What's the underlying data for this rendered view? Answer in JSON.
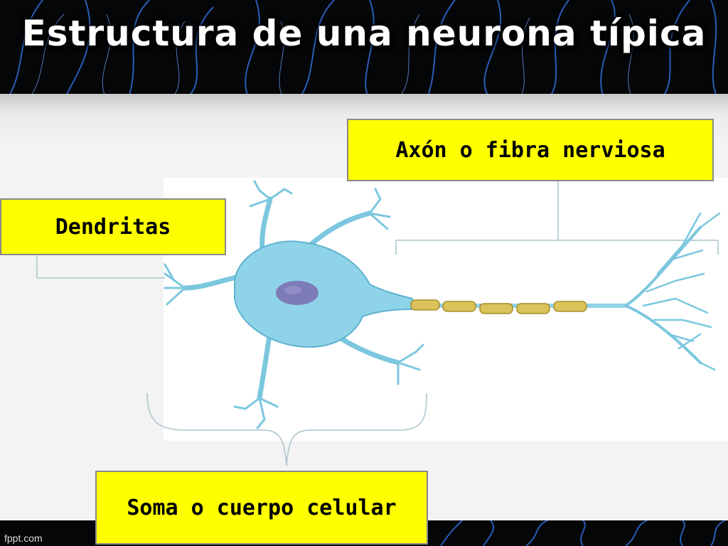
{
  "title": "Estructura de una neurona típica",
  "labels": {
    "axon": "Axón o fibra nerviosa",
    "dendritas": "Dendritas",
    "soma": "Soma o cuerpo celular"
  },
  "footer": "fppt.com",
  "colors": {
    "label_bg": "#ffff00",
    "neuron_body": "#8fd3e8",
    "nucleus": "#7d7bb8",
    "myelin": "#d9c35a",
    "background_lines": "#3a6fd0"
  }
}
